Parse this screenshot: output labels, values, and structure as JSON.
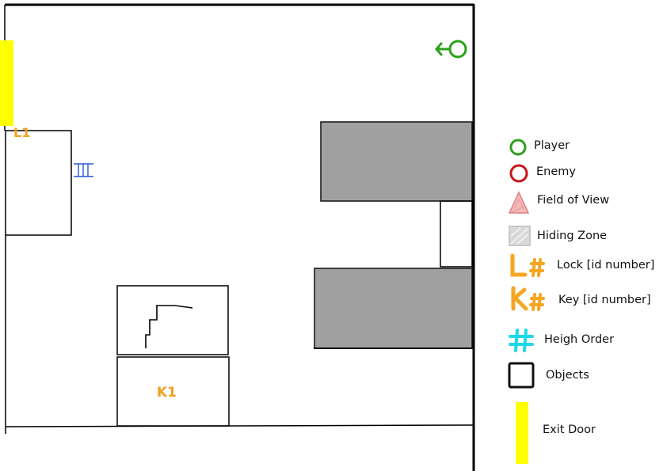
{
  "map": {
    "lock_label": "L1",
    "key_label": "K1",
    "exit_door_color": "#ffff00",
    "object_fill": "#a0a0a0",
    "label_color": "#f0a01e",
    "player_color": "#2ca01c",
    "ladder_color": "#2a55d8"
  },
  "legend": {
    "items": [
      {
        "label": "Player",
        "icon": "player-circle-icon",
        "color": "#2ca01c"
      },
      {
        "label": "Enemy",
        "icon": "enemy-circle-icon",
        "color": "#c81414"
      },
      {
        "label": "Field of View",
        "icon": "field-of-view-icon",
        "color": "#e08080"
      },
      {
        "label": "Hiding Zone",
        "icon": "hiding-zone-icon",
        "color": "#c8c8c8"
      },
      {
        "label": "Lock [id number]",
        "icon": "lock-icon",
        "color": "#f5a623"
      },
      {
        "label": "Key [id number]",
        "icon": "key-icon",
        "color": "#f5a623"
      },
      {
        "label": "Heigh Order",
        "icon": "height-order-icon",
        "color": "#20d8e8"
      },
      {
        "label": "Objects",
        "icon": "objects-square-icon",
        "color": "#111111"
      },
      {
        "label": "Exit Door",
        "icon": "exit-door-icon",
        "color": "#ffff00"
      }
    ]
  }
}
